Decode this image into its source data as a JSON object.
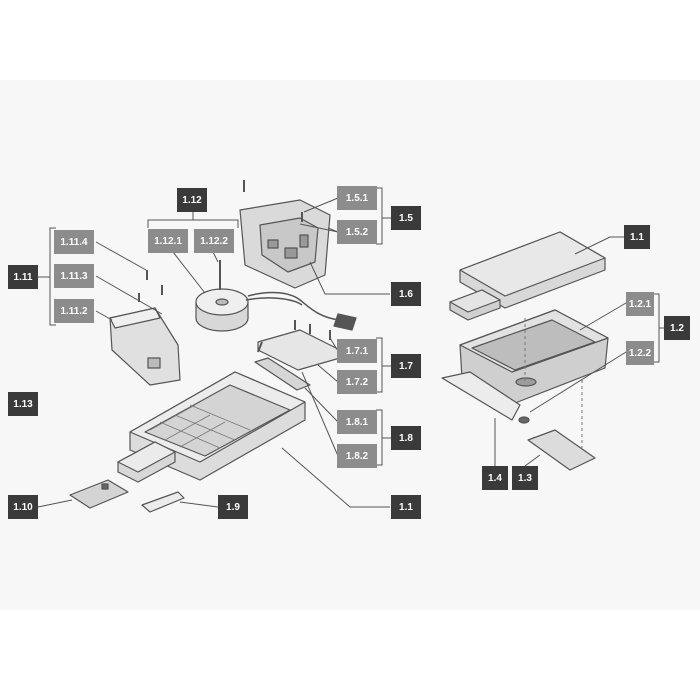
{
  "colors": {
    "dark_label": "#3a3a3a",
    "grey_label": "#8c8c8c",
    "line": "#555555",
    "part_fill": "#e4e4e4",
    "part_stroke": "#555555"
  },
  "labels": {
    "l_1_12": "1.12",
    "l_1_12_1": "1.12.1",
    "l_1_12_2": "1.12.2",
    "l_1_11": "1.11",
    "l_1_11_4": "1.11.4",
    "l_1_11_3": "1.11.3",
    "l_1_11_2": "1.11.2",
    "l_1_5_1": "1.5.1",
    "l_1_5_2": "1.5.2",
    "l_1_5": "1.5",
    "l_1_6": "1.6",
    "l_1_7_1": "1.7.1",
    "l_1_7_2": "1.7.2",
    "l_1_7": "1.7",
    "l_1_8_1": "1.8.1",
    "l_1_8_2": "1.8.2",
    "l_1_8": "1.8",
    "l_1_13": "1.13",
    "l_1_10": "1.10",
    "l_1_9": "1.9",
    "l_1_1_center": "1.1",
    "l_1_1_right": "1.1",
    "l_1_2_1": "1.2.1",
    "l_1_2_2": "1.2.2",
    "l_1_2": "1.2",
    "l_1_4": "1.4",
    "l_1_3": "1.3"
  }
}
